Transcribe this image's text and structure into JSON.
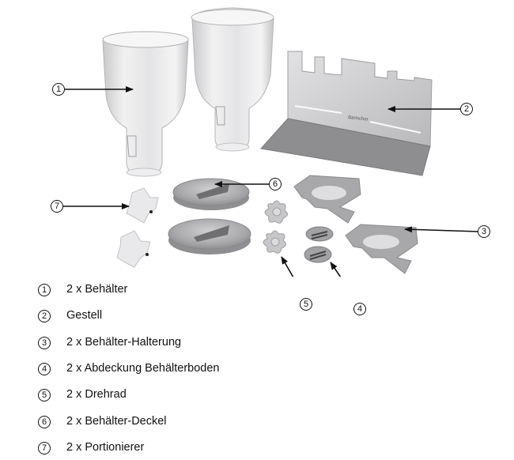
{
  "figure": {
    "description": "Exploded parts view of a cereal dispenser",
    "brand_label": "Bartscher",
    "callouts": [
      "1",
      "2",
      "3",
      "4",
      "5",
      "6",
      "7"
    ]
  },
  "legend": {
    "items": [
      {
        "num": "1",
        "label": "2 x Behälter"
      },
      {
        "num": "2",
        "label": "Gestell"
      },
      {
        "num": "3",
        "label": "2 x Behälter-Halterung"
      },
      {
        "num": "4",
        "label": "2 x Abdeckung Behälterboden"
      },
      {
        "num": "5",
        "label": "2 x Drehrad"
      },
      {
        "num": "6",
        "label": "2 x Behälter-Deckel"
      },
      {
        "num": "7",
        "label": "2 x Portionierer"
      }
    ]
  }
}
